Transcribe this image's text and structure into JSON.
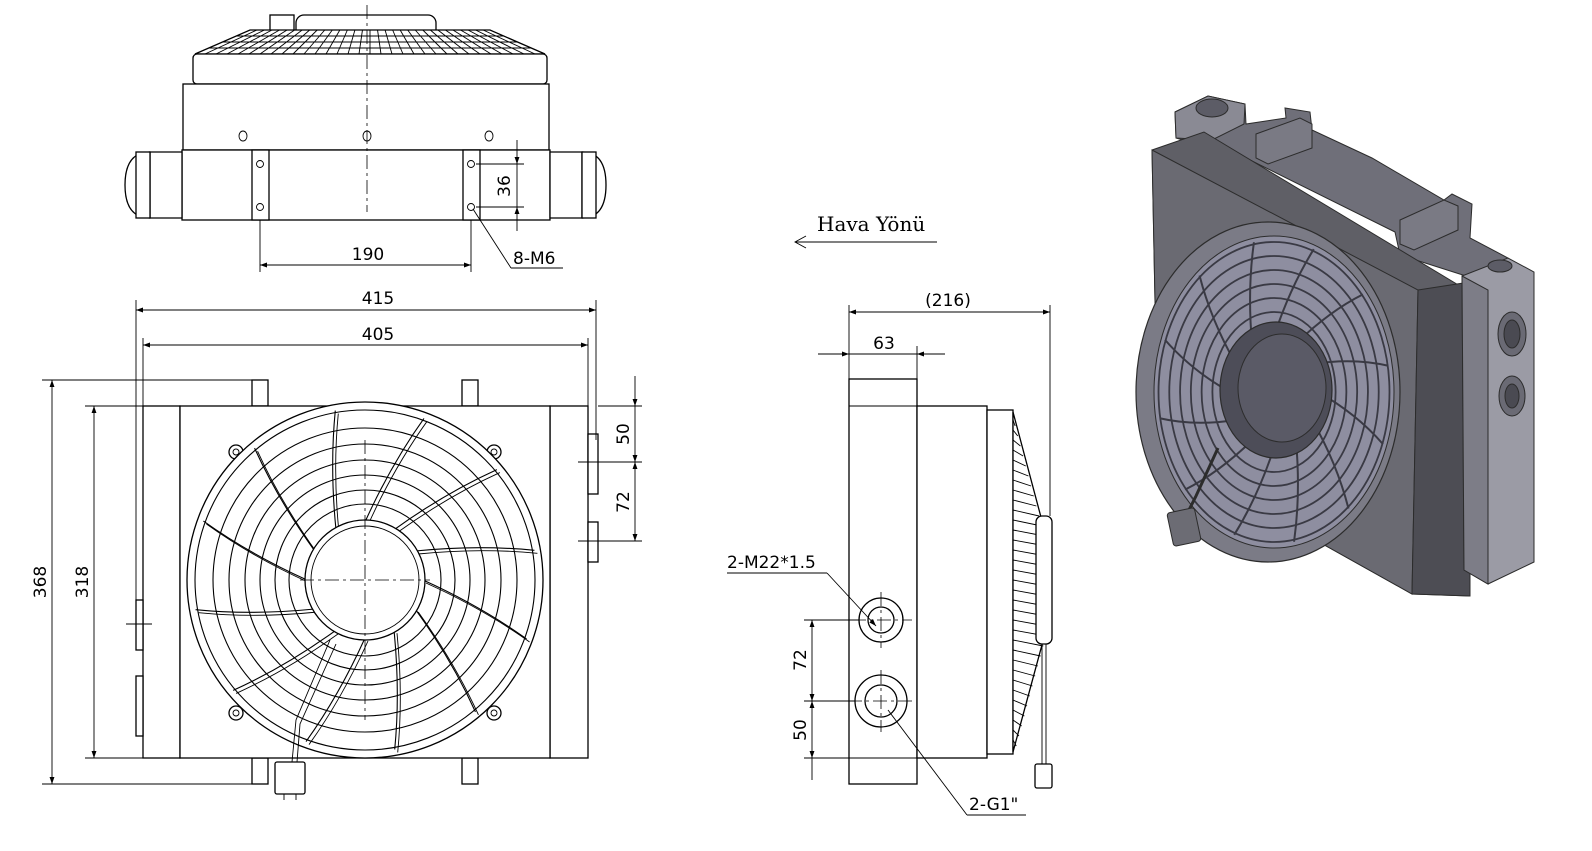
{
  "labels": {
    "air_direction": "Hava Yönü",
    "bolt_callout": "8-M6",
    "thread_callout": "2-M22*1.5",
    "port_callout": "2-G1\""
  },
  "dimensions": {
    "top_hole_spacing": "190",
    "top_hole_pitch": "36",
    "overall_width": "415",
    "core_width": "405",
    "overall_height": "368",
    "core_height": "318",
    "front_port_offset_top": "50",
    "front_port_spacing": "72",
    "side_depth_total": "216",
    "side_tank_depth": "63",
    "side_port_spacing": "72",
    "side_port_offset_bottom": "50"
  },
  "colors": {
    "line": "#000000",
    "background": "#ffffff",
    "iso_dark": "#5b5b5b",
    "iso_light": "#9a9aa6",
    "iso_face": "#7b7b86",
    "iso_grille": "#3a3a44"
  }
}
